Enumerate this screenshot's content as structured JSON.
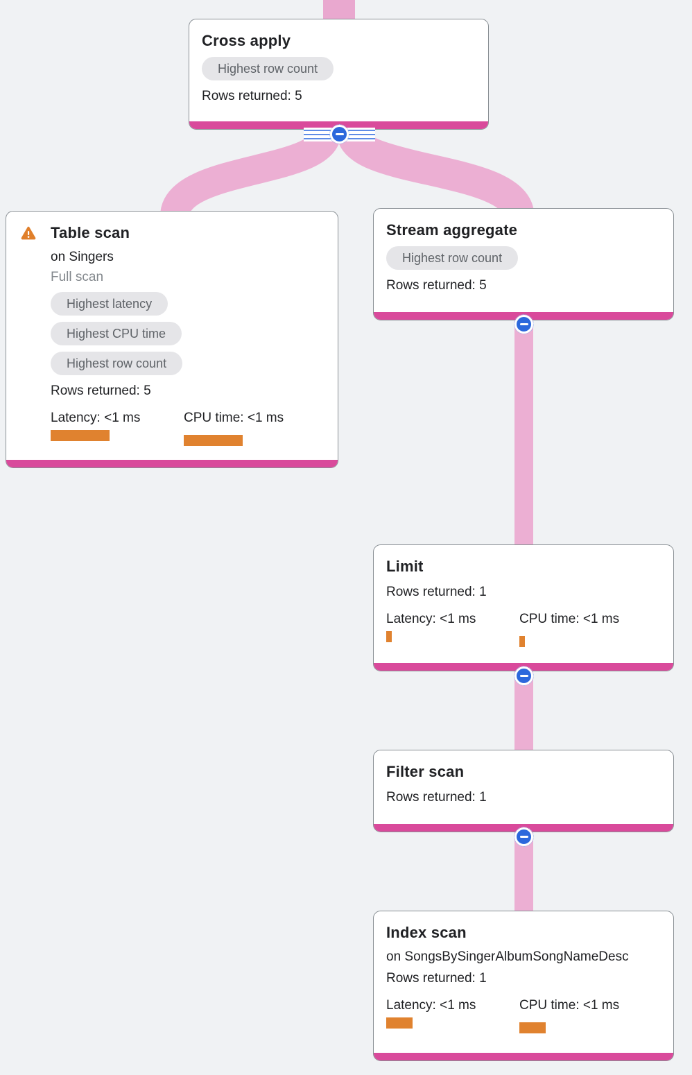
{
  "app": {
    "name": "Query execution plan graph"
  },
  "colors": {
    "background": "#f0f2f4",
    "node_accent_pink": "#d94a9b",
    "edge_pink": "#ecafd3",
    "badge_bg": "#e5e5e8",
    "badge_text": "#5f6368",
    "metric_bar_orange": "#e0822f",
    "collapse_blue": "#2c68dc",
    "warning_orange": "#e07f2b"
  },
  "nodes": {
    "cross": {
      "title": "Cross apply",
      "badge": "Highest row count",
      "rows": "Rows returned: 5"
    },
    "table": {
      "title": "Table scan",
      "target": "on Singers",
      "note": "Full scan",
      "badges": [
        "Highest latency",
        "Highest CPU time",
        "Highest row count"
      ],
      "rows": "Rows returned: 5",
      "latency": "Latency: <1 ms",
      "cpu": "CPU time: <1 ms"
    },
    "stream": {
      "title": "Stream aggregate",
      "badge": "Highest row count",
      "rows": "Rows returned: 5"
    },
    "limit": {
      "title": "Limit",
      "rows": "Rows returned: 1",
      "latency": "Latency: <1 ms",
      "cpu": "CPU time: <1 ms"
    },
    "filter": {
      "title": "Filter scan",
      "rows": "Rows returned: 1"
    },
    "index": {
      "title": "Index scan",
      "target": "on SongsBySingerAlbumSongNameDesc",
      "rows": "Rows returned: 1",
      "latency": "Latency: <1 ms",
      "cpu": "CPU time: <1 ms"
    }
  }
}
